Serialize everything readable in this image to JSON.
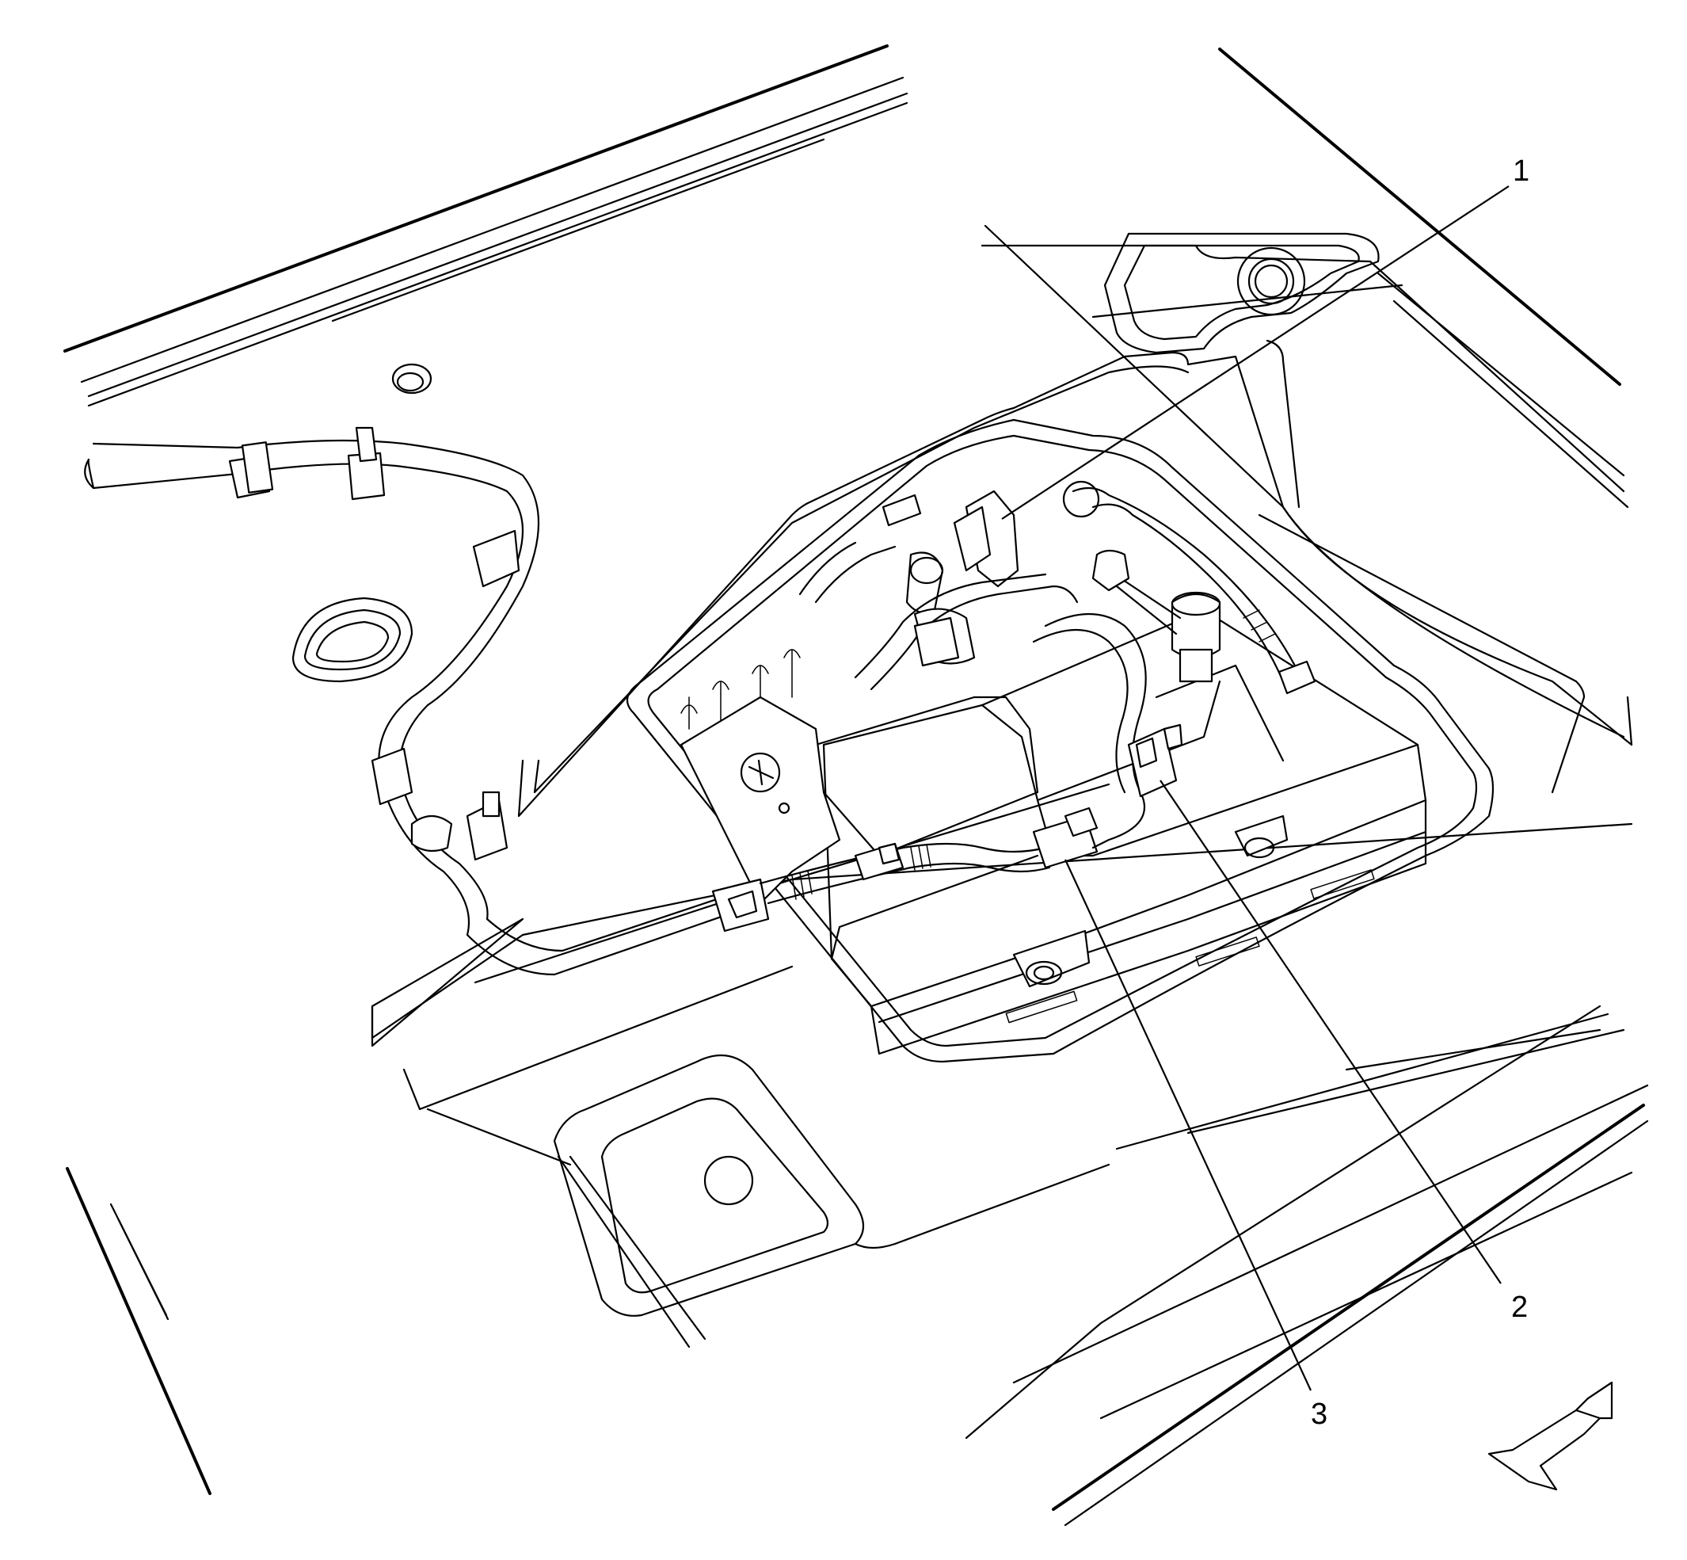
{
  "diagram": {
    "callouts": [
      {
        "id": "1",
        "label": "1"
      },
      {
        "id": "2",
        "label": "2"
      },
      {
        "id": "3",
        "label": "3"
      }
    ],
    "icons": {
      "direction_arrow": "direction-arrow-icon",
      "positive_terminal": "plus-terminal-icon"
    }
  }
}
